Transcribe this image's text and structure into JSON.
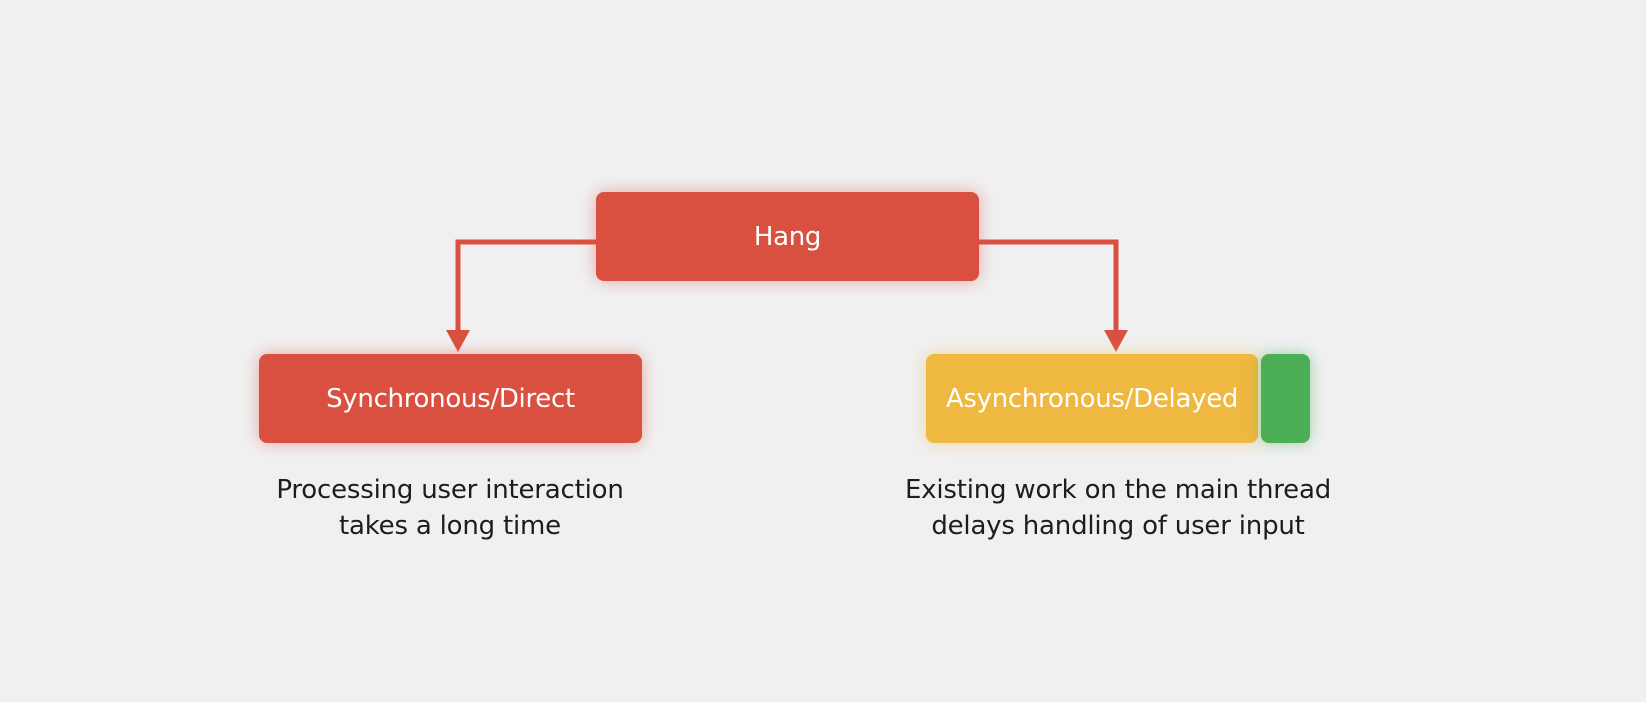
{
  "colors": {
    "red": "#d95040",
    "yellow": "#efb840",
    "green": "#4caf55",
    "background": "#f0f0f1",
    "text": "#1d1d1f"
  },
  "nodes": {
    "root": {
      "label": "Hang",
      "color": "red"
    },
    "left": {
      "label": "Synchronous/Direct",
      "color": "red",
      "description": "Processing user interaction\ntakes a long time"
    },
    "right": {
      "label": "Asynchronous/Delayed",
      "color": "yellow",
      "accent_color": "green",
      "description": "Existing work on the main thread\ndelays handling of user input"
    }
  },
  "edges": [
    {
      "from": "root",
      "to": "left"
    },
    {
      "from": "root",
      "to": "right"
    }
  ]
}
